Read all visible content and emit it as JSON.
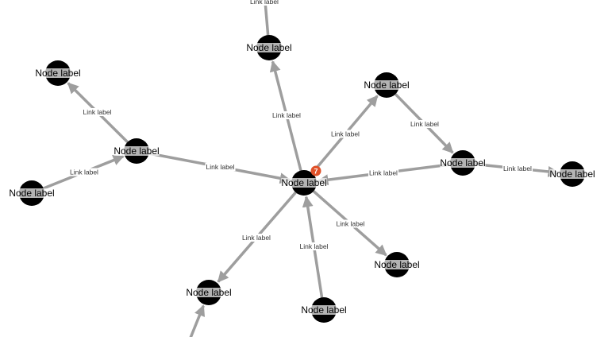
{
  "colors": {
    "node": "#000000",
    "link": "#9e9e9e",
    "badge": "#e0522a",
    "label_bg": "#ffffff"
  },
  "badge": {
    "text": "7",
    "node": 0
  },
  "nodes": [
    {
      "label": "Node label"
    },
    {
      "label": "Node label"
    },
    {
      "label": "Node label"
    },
    {
      "label": "Node label"
    },
    {
      "label": "Node label"
    },
    {
      "label": "Node label"
    },
    {
      "label": "Node label"
    },
    {
      "label": "Node label"
    },
    {
      "label": "Node label"
    },
    {
      "label": "Node label"
    },
    {
      "label": "Node label"
    }
  ],
  "links": [
    {
      "source": 0,
      "target": 1,
      "label": "Link label"
    },
    {
      "source": 0,
      "target": 5,
      "label": "Link label"
    },
    {
      "source": 6,
      "target": 0,
      "label": "Link label"
    },
    {
      "source": 5,
      "target": 6,
      "label": "Link label"
    },
    {
      "source": 6,
      "target": 7,
      "label": "Link label"
    },
    {
      "source": 0,
      "target": 8,
      "label": "Link label"
    },
    {
      "source": 10,
      "target": 0,
      "label": "Link label"
    },
    {
      "source": 0,
      "target": 9,
      "label": "Link label"
    },
    {
      "source": 3,
      "target": 0,
      "label": "Link label"
    },
    {
      "source": 3,
      "target": 2,
      "label": "Link label"
    },
    {
      "source": 4,
      "target": 3,
      "label": "Link label"
    },
    {
      "source": 1,
      "target": "offscreen-top",
      "label": "Link label"
    },
    {
      "source": "offscreen-bottom",
      "target": 9,
      "label": ""
    }
  ]
}
